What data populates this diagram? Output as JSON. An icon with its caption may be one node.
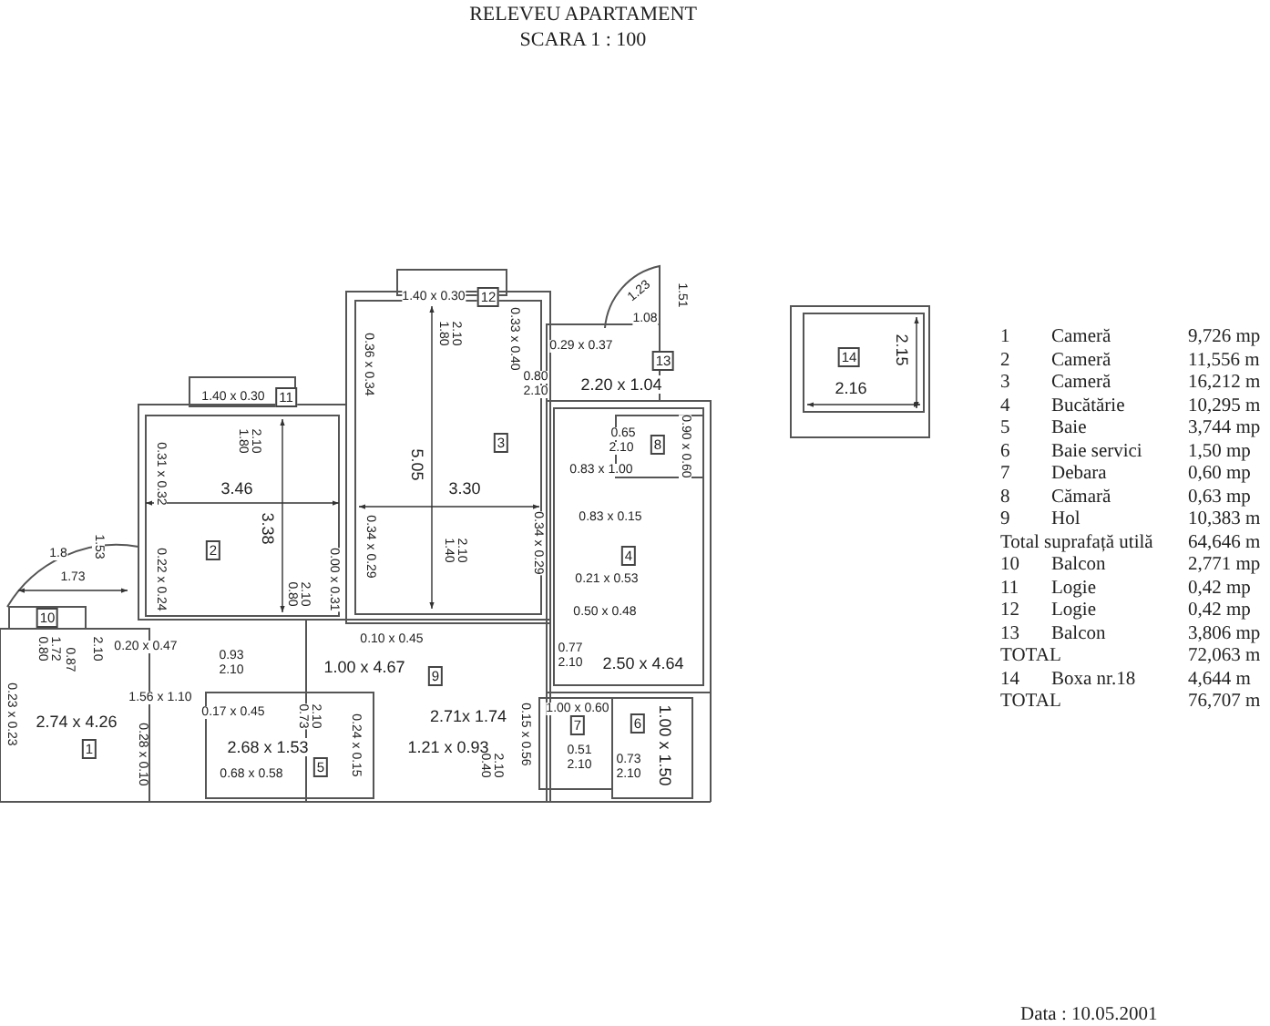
{
  "diagram": {
    "title": "RELEVEU APARTAMENT",
    "labels": [
      "SCARA 1 : 100",
      "1.40 x 0.30",
      "11",
      "1.80",
      "2.10",
      "0.36 x 0.34",
      "1.40 x 0.30",
      "12",
      "1.80",
      "2.10",
      "1.23",
      "1.51",
      "1.08",
      "0.33 x 0.40",
      "0.29 x 0.37",
      "13",
      "0.80",
      "2.10",
      "2.20 x 1.04",
      "0.31 x 0.32",
      "3.46",
      "3.38",
      "3",
      "5.05",
      "0.65",
      "2.10",
      "8",
      "0.90 x 0.60",
      "0.83 x 1.00",
      "3.30",
      "0.83 x 0.15",
      "1.73",
      "1.8",
      "1.53",
      "2",
      "0.22 x 0.24",
      "0.00 x 0.31",
      "0.34 x 0.29",
      "1.40",
      "2.10",
      "0.34 x 0.29",
      "4",
      "0.21 x 0.53",
      "0.80",
      "2.10",
      "10",
      "0.50 x 0.48",
      "0.80",
      "1.72",
      "0.87",
      "2.10",
      "0.20 x 0.47",
      "0.10 x 0.45",
      "0.93",
      "2.10",
      "1.00 x 4.67",
      "9",
      "0.77",
      "2.10",
      "2.50 x 4.64",
      "0.23 x 0.23",
      "1.56 x 1.10",
      "0.17 x 0.45",
      "2.74 x 4.26",
      "0.73",
      "2.10",
      "0.24 x 0.15",
      "2.71x 1.74",
      "0.15 x 0.56",
      "1.00 x 0.60",
      "7",
      "6",
      "1.00 x 1.50",
      "1",
      "0.28 x 0.10",
      "2.68 x 1.53",
      "1.21 x 0.93",
      "0.51",
      "2.10",
      "0.73",
      "2.10",
      "0.40",
      "2.10",
      "5",
      "0.68 x 0.58",
      "14",
      "2.15",
      "2.16",
      "1",
      "Cameră",
      "9,726 mp",
      "2",
      "Cameră",
      "11,556 m",
      "3",
      "Cameră",
      "16,212 m",
      "4",
      "Bucătărie",
      "10,295 m",
      "5",
      "Baie",
      "3,744 mp",
      "6",
      "Baie servici",
      "1,50 mp",
      "7",
      "Debara",
      "0,60 mp",
      "8",
      "Cămară",
      "0,63 mp",
      "9",
      "Hol",
      "10,383 m",
      "Total suprafață utilă",
      "64,646 m",
      "10",
      "Balcon",
      "2,771 mp",
      "11",
      "Logie",
      "0,42 mp",
      "12",
      "Logie",
      "0,42 mp",
      "13",
      "Balcon",
      "3,806 mp",
      "TOTAL",
      "72,063 m",
      "14",
      "Boxa nr.18",
      "4,644 m",
      "TOTAL",
      "76,707 m",
      "Data : 10.05.2001"
    ]
  }
}
